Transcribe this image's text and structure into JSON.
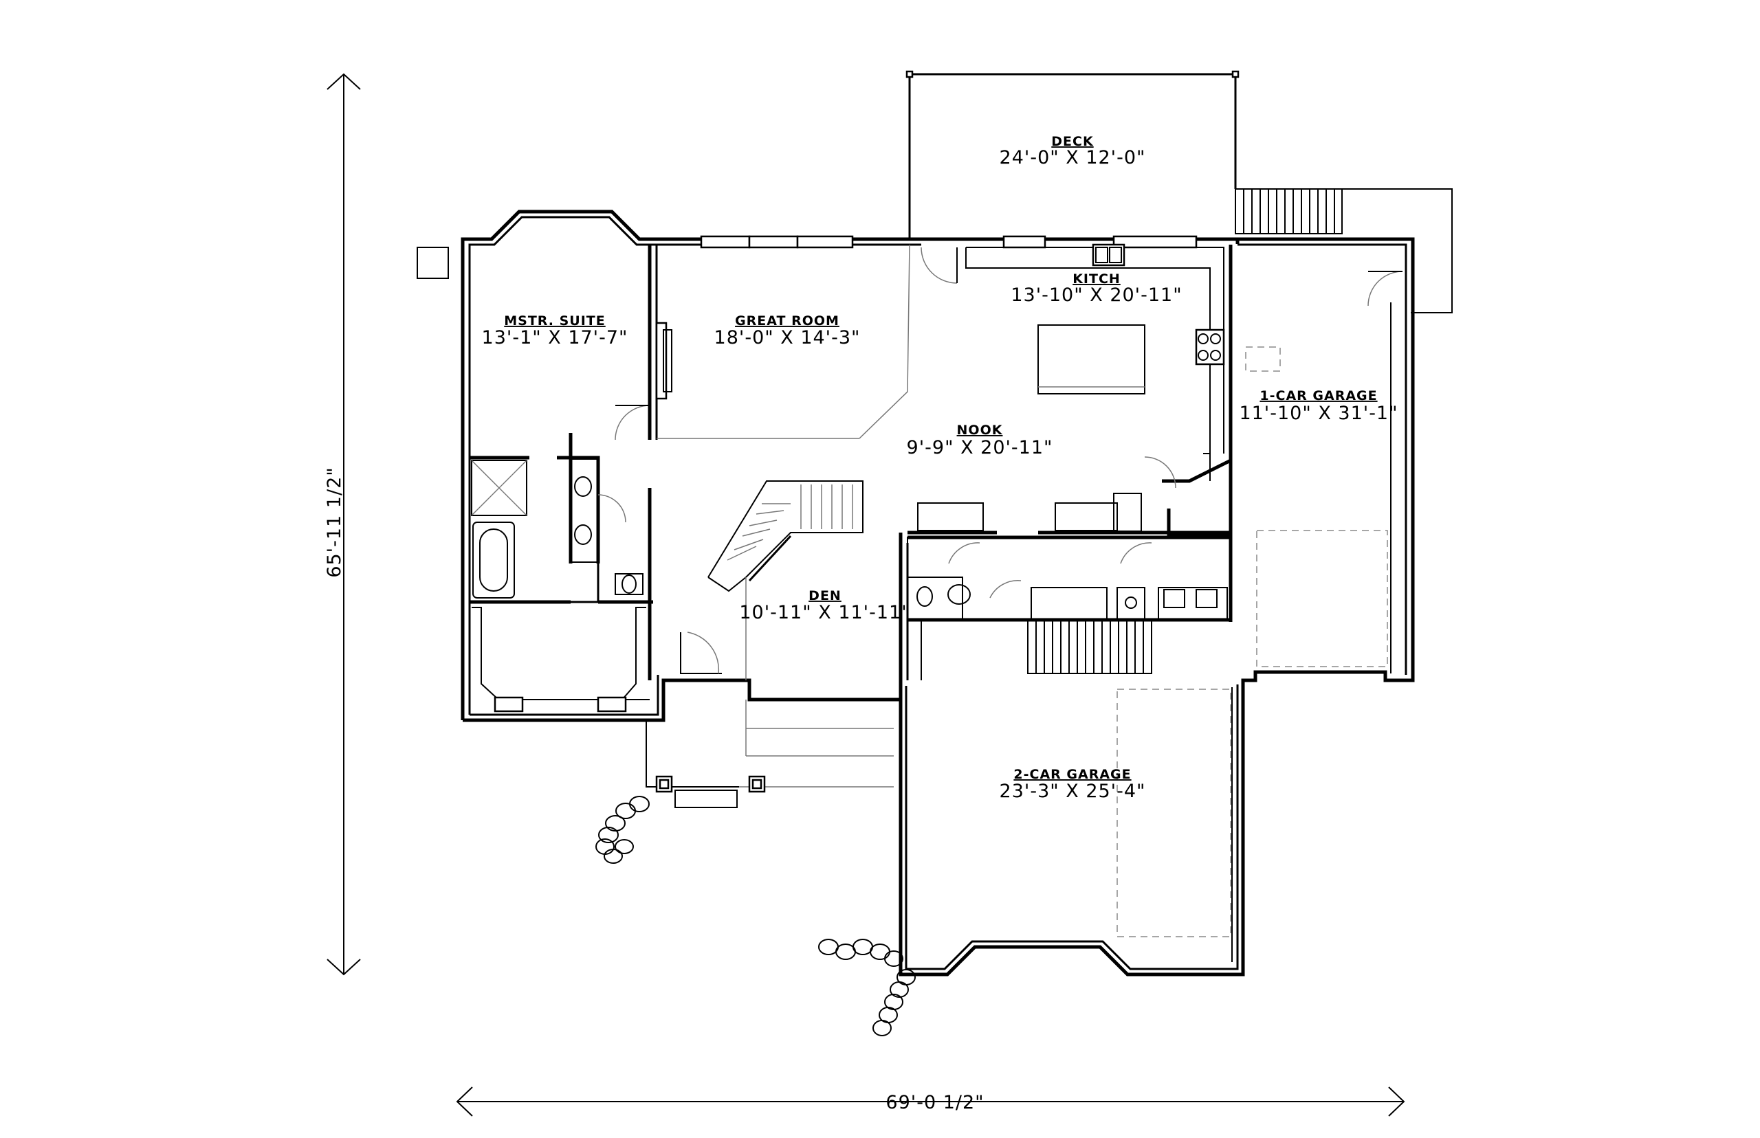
{
  "rooms": {
    "deck": {
      "name": "DECK",
      "dims": "24'-0\" X 12'-0\""
    },
    "kitchen": {
      "name": "KITCH",
      "dims": "13'-10\" X 20'-11\""
    },
    "mstr": {
      "name": "MSTR. SUITE",
      "dims": "13'-1\" X 17'-7\""
    },
    "great": {
      "name": "GREAT ROOM",
      "dims": "18'-0\" X 14'-3\""
    },
    "nook": {
      "name": "NOOK",
      "dims": "9'-9\" X 20'-11\""
    },
    "garage1": {
      "name": "1-CAR GARAGE",
      "dims": "11'-10\" X 31'-1\""
    },
    "den": {
      "name": "DEN",
      "dims": "10'-11\" X 11'-11\""
    },
    "garage2": {
      "name": "2-CAR GARAGE",
      "dims": "23'-3\" X 25'-4\""
    }
  },
  "overall": {
    "height": "65'-11 1/2\"",
    "width": "69'-0 1/2\""
  }
}
